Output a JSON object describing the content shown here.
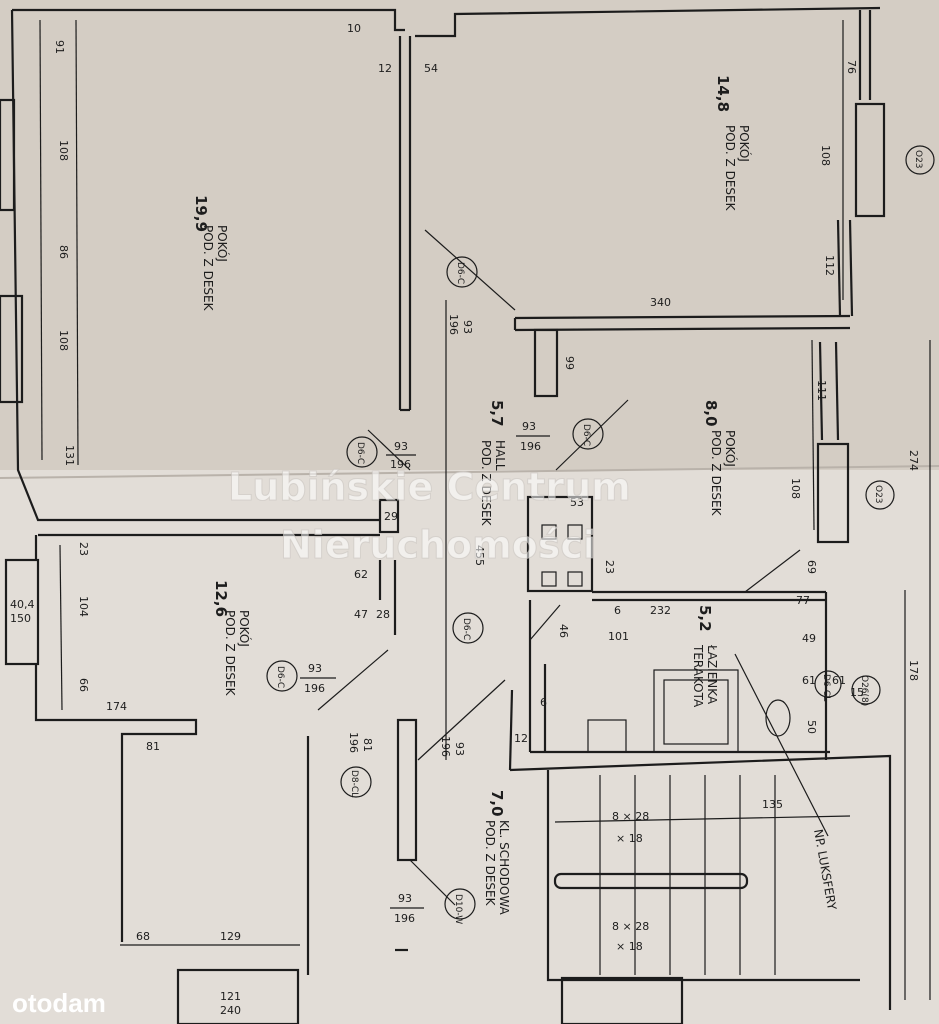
{
  "rooms": {
    "room_19_9": {
      "area": "19,9",
      "name": "POKÓJ",
      "floor": "POD. Z DESEK"
    },
    "room_14_8": {
      "area": "14,8",
      "name": "POKÓJ",
      "floor": "POD. Z DESEK"
    },
    "room_8_0": {
      "area": "8,0",
      "name": "POKÓJ",
      "floor": "POD. Z DESEK"
    },
    "hall": {
      "area": "5,7",
      "name": "HALL",
      "floor": "POD. Z DESEK"
    },
    "room_12_6": {
      "area": "12,6",
      "name": "POKÓJ",
      "floor": "POD. Z DESEK"
    },
    "bathroom": {
      "area": "5,2",
      "name": "ŁAZIENKA",
      "floor": "TERAKOTA"
    },
    "stairs": {
      "area": "7,0",
      "name": "KL. SCHODOWA",
      "floor": "POD. Z DESEK"
    }
  },
  "dimensions": {
    "d10": "10",
    "d12": "12",
    "d54": "54",
    "d91": "91",
    "d108a": "108",
    "d86": "86",
    "d108b": "108",
    "d131": "131",
    "d76": "76",
    "d108c": "108",
    "d112": "112",
    "d340": "340",
    "d111": "111",
    "d108d": "108",
    "d99": "99",
    "d53": "53",
    "d29": "29",
    "d62": "62",
    "d47": "47",
    "d28": "28",
    "d232": "232",
    "d6": "6",
    "d46": "46",
    "d77": "77",
    "d49": "49",
    "d61": "61",
    "d15": "15",
    "d50": "50",
    "d69": "69",
    "d23a": "23",
    "d104": "104",
    "d66": "66",
    "d174": "174",
    "d81": "81",
    "d68": "68",
    "d129": "129",
    "d135": "135",
    "d12b": "12",
    "d6b": "6",
    "d455": "455",
    "d23b": "23",
    "d178": "178",
    "d274": "274",
    "d61b": "61",
    "d101": "101",
    "d150": "150",
    "d121": "121",
    "d240": "240",
    "d404": "40,4"
  },
  "door_sizes": {
    "a_top": "93",
    "a_bot": "196",
    "b_top": "93",
    "b_bot": "196",
    "c_top": "93",
    "c_bot": "196",
    "d_top": "93",
    "d_bot": "196",
    "e_top": "81",
    "e_bot": "196",
    "f_top": "93",
    "f_bot": "196",
    "g_top": "93",
    "g_bot": "196"
  },
  "door_tags": {
    "t1": "D6-C",
    "t2": "D6-C",
    "t3": "D6-C",
    "t4": "D6-C",
    "t5": "D6-C",
    "t6": "D8-CL",
    "t7": "D10-W",
    "t8": "D6-CL"
  },
  "stairs_labels": {
    "top": "8 × 28",
    "top2": "× 18",
    "bot": "8 × 28",
    "bot2": "× 18"
  },
  "notes": {
    "luxfery": "NP. LUKSFERY",
    "window_ref_top": "O23",
    "window_ref_mid": "O23",
    "window_ref_low": "O26(8)"
  },
  "watermark": {
    "line1": "Lubińskie Centrum",
    "line2": "Nieruchomości"
  },
  "brand": {
    "name": "otodam"
  },
  "colors": {
    "paper": "#d7d1c9",
    "ink": "#1c1c1c"
  }
}
